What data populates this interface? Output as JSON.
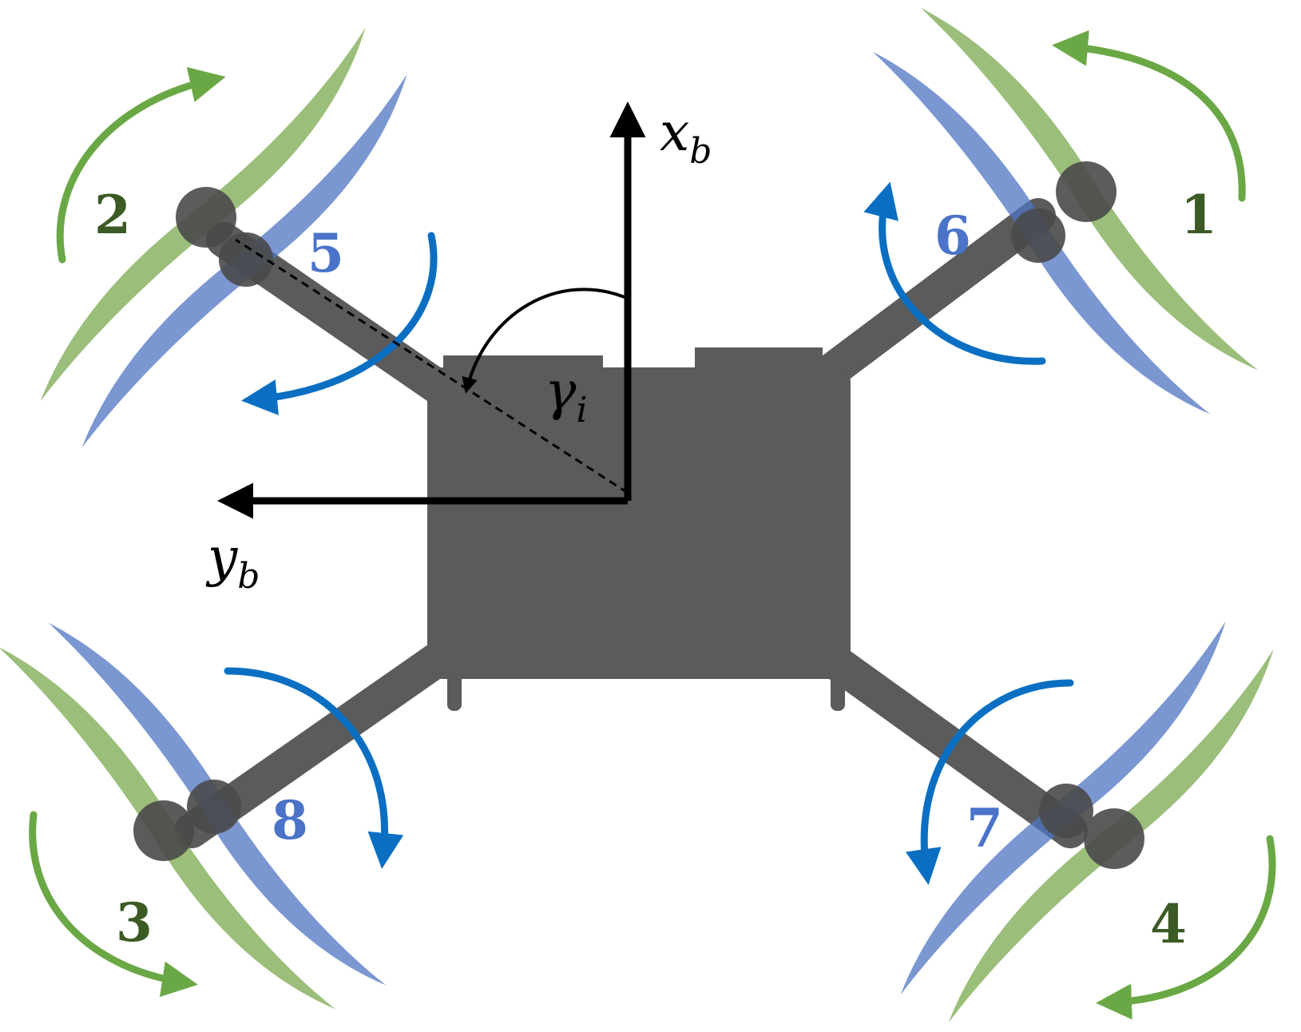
{
  "colors": {
    "green_rotor": "#7aa84e",
    "blue_rotor": "#4f74c2",
    "green_label": "#3b5a24",
    "blue_label": "#4a73c9",
    "green_arrow": "#6aa845",
    "blue_arrow": "#0a6fc2",
    "frame": "#5b5b5b"
  },
  "axes": {
    "x_main": "x",
    "x_sub": "b",
    "y_main": "y",
    "y_sub": "b",
    "angle_main": "γ",
    "angle_sub": "i"
  },
  "rotors": {
    "upper": [
      {
        "id": "r1",
        "label": "1"
      },
      {
        "id": "r2",
        "label": "2"
      },
      {
        "id": "r3",
        "label": "3"
      },
      {
        "id": "r4",
        "label": "4"
      }
    ],
    "lower": [
      {
        "id": "r5",
        "label": "5"
      },
      {
        "id": "r6",
        "label": "6"
      },
      {
        "id": "r7",
        "label": "7"
      },
      {
        "id": "r8",
        "label": "8"
      }
    ]
  }
}
